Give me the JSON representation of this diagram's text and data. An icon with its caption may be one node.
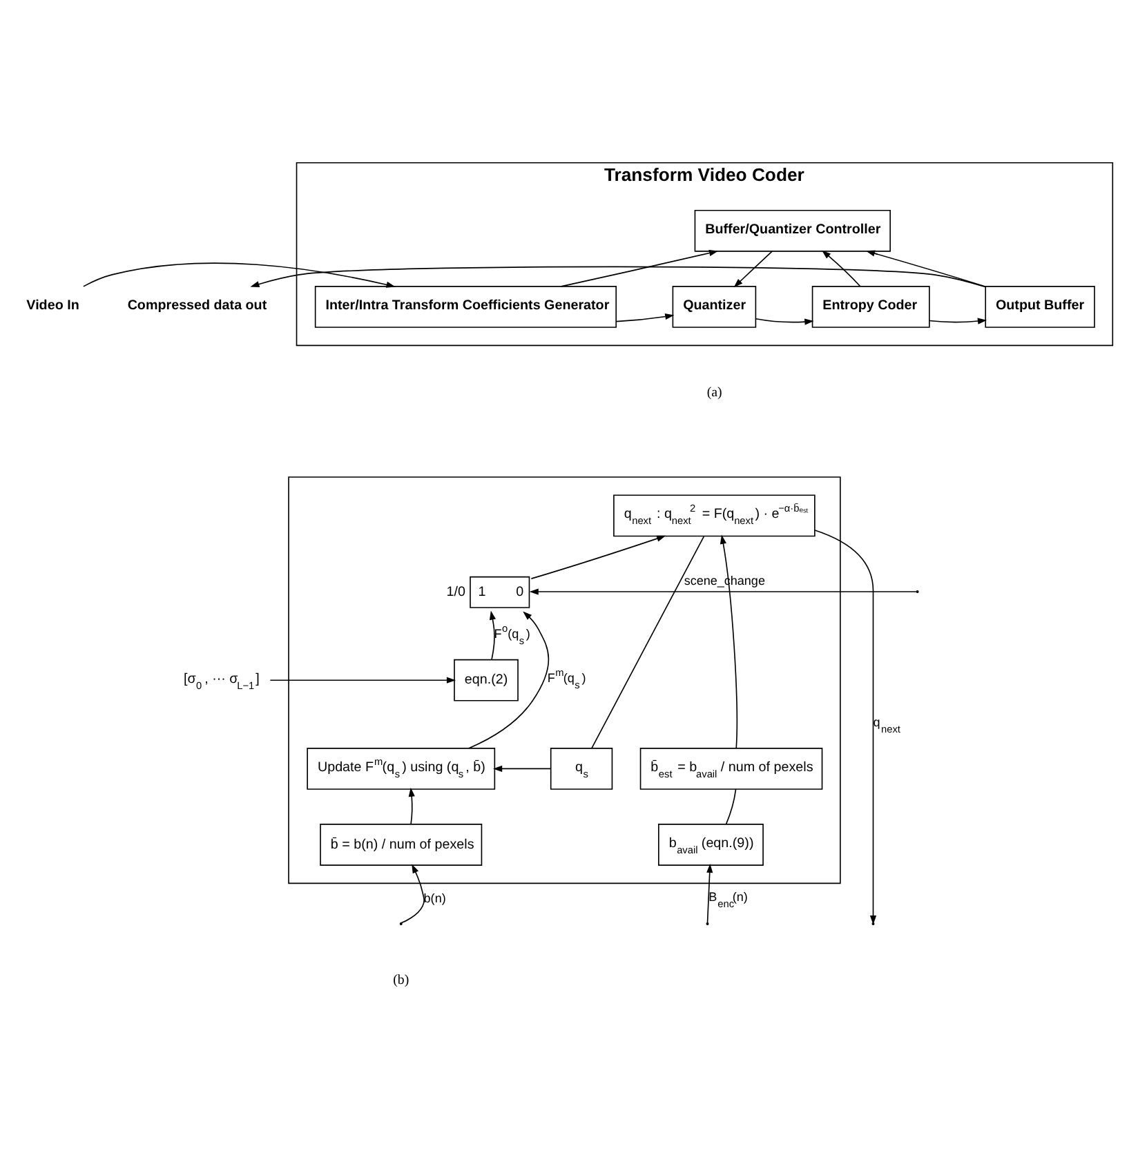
{
  "diagram": {
    "nodes": [
      {
        "text": [
          "Transform Video Coder"
        ]
      },
      {
        "text": [
          "Inter/Intra Transform Coefficients Generator"
        ],
        "in": 0
      },
      {
        "text": [
          "Buffer/Quantizer Controller"
        ],
        "in": 0
      },
      {
        "text": [
          "Quantizer"
        ],
        "in": 0
      },
      {
        "text": [
          "Entropy Coder"
        ],
        "in": 0
      },
      {
        "text": [
          "Output Buffer"
        ],
        "in": 0
      },
      {
        "text": [
          "Video In"
        ]
      },
      {
        "text": [
          "Compressed data out"
        ]
      },
      {
        "text": [],
        "shape": "box"
      },
      {
        "text": [
          "q$_{next}$ : q$_{next}$$^{2}$ = F(q$_{next}$) · e$^{−α·b̄ₑₛₜ}$"
        ],
        "in": 8
      },
      {
        "text": [
          "1",
          "0"
        ],
        "beside": [
          "1/0"
        ],
        "in": 8
      },
      {
        "text": [
          "eqn.(2)"
        ],
        "in": 8
      },
      {
        "text": [
          "q$_{s}$"
        ],
        "in": 8
      },
      {
        "text": [
          "Update F$^{m}$(q$_{s}$) using (q$_{s}$, b̄)"
        ],
        "in": 8
      },
      {
        "text": [
          "b̄ = b(n) / num of pexels"
        ],
        "in": 8
      },
      {
        "text": [
          "b̄$_{est}$ = b$_{avail}$ / num of pexels"
        ],
        "in": 8
      },
      {
        "text": [
          "b$_{avail}$ (eqn.(9))"
        ],
        "in": 8
      },
      {
        "text": [
          "[σ$_{0}$, ··· σ$_{L−1}$]"
        ]
      }
    ],
    "edges": [
      {
        "from": 6,
        "to": 1,
        "arrow": "to"
      },
      {
        "from": 1,
        "to": 2,
        "arrow": "to"
      },
      {
        "from": 1,
        "to": 3,
        "arrow": "to"
      },
      {
        "from": 2,
        "to": 3,
        "arrow": "to"
      },
      {
        "from": 3,
        "to": 4,
        "arrow": "to"
      },
      {
        "from": 4,
        "to": 2,
        "arrow": "to"
      },
      {
        "from": 4,
        "to": 5,
        "arrow": "to"
      },
      {
        "from": 5,
        "to": 2,
        "arrow": "to"
      },
      {
        "from": 5,
        "to": 7,
        "arrow": "to"
      },
      {
        "from": null,
        "to": 10,
        "arrow": "to",
        "label": "scene_change"
      },
      {
        "from": 17,
        "to": 11,
        "arrow": "to"
      },
      {
        "from": 11,
        "to": 10,
        "arrow": "to",
        "label": "F$^{o}$(q$_{s}$)"
      },
      {
        "from": 13,
        "to": 10,
        "arrow": "to",
        "label": "F$^{m}$(q$_{s}$)"
      },
      {
        "from": 10,
        "to": 9,
        "arrow": "to"
      },
      {
        "from": 9,
        "to": null,
        "arrow": "to",
        "label": "q$_{next}$"
      },
      {
        "from": 9,
        "to": 12,
        "arrow": "none"
      },
      {
        "from": 12,
        "to": 13,
        "arrow": "to"
      },
      {
        "from": 14,
        "to": 13,
        "arrow": "to"
      },
      {
        "from": null,
        "to": 14,
        "arrow": "to",
        "label": "b(n)"
      },
      {
        "from": null,
        "to": 16,
        "arrow": "to",
        "label": "B$_{enc}$(n)"
      },
      {
        "from": 16,
        "to": 15,
        "arrow": "none"
      },
      {
        "from": 15,
        "to": 9,
        "arrow": "to"
      }
    ],
    "labels": [
      "(a)",
      "(b)"
    ]
  }
}
